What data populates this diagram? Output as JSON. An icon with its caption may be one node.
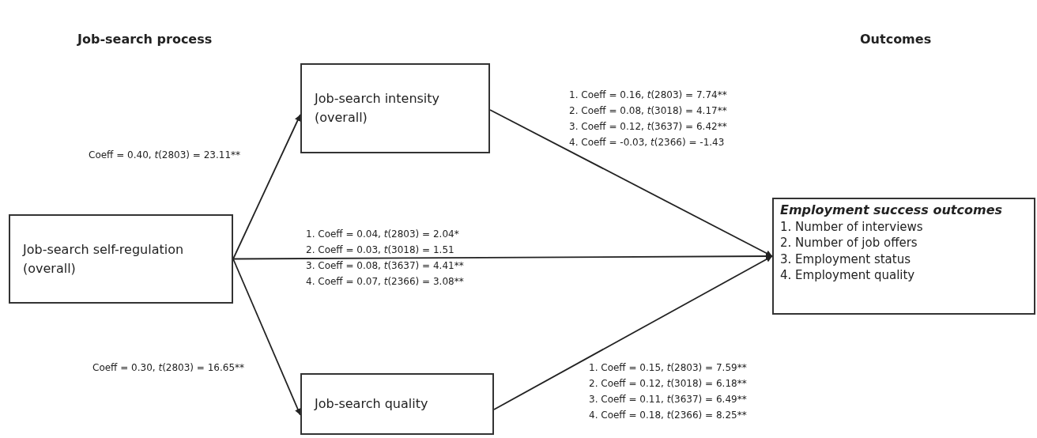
{
  "diagram": {
    "nodes": [
      {
        "text": [
          "Job-search self-regulation (overall)"
        ]
      },
      {
        "text": [
          "Job-search intensity (overall)"
        ]
      },
      {
        "text": [
          "Job-search quality"
        ]
      },
      {
        "text": [
          "Employment success outcomes",
          "1. Number of interviews",
          "2. Number of job offers",
          "3. Employment status",
          "4. Employment quality"
        ]
      }
    ],
    "edges": [
      {
        "from": 0,
        "to": 1,
        "arrow": "to",
        "label": "Coeff = 0.40, *t*(2803) = 23.11**"
      },
      {
        "from": 0,
        "to": 2,
        "arrow": "to",
        "label": "Coeff = 0.30, *t*(2803) = 16.65**"
      },
      {
        "from": 0,
        "to": 3,
        "arrow": "to"
      },
      {
        "from": 1,
        "to": 3,
        "arrow": "to"
      },
      {
        "from": 2,
        "to": 3,
        "arrow": "to"
      }
    ],
    "labels": [
      "Job-search process",
      "Outcomes",
      "1. Coeff = 0.16, *t*(2803) = 7.74**",
      "2. Coeff = 0.08, *t*(3018) = 4.17**",
      "3. Coeff = 0.12, *t*(3637) = 6.42**",
      "4. Coeff = -0.03, *t*(2366) = -1.43",
      "1. Coeff = 0.04, *t*(2803) = 2.04*",
      "2. Coeff = 0.03, *t*(3018) = 1.51",
      "3. Coeff = 0.08, *t*(3637) = 4.41**",
      "4. Coeff = 0.07, *t*(2366) = 3.08**",
      "1. Coeff = 0.15, *t*(2803) = 7.59**",
      "2. Coeff = 0.12, *t*(3018) = 6.18**",
      "3. Coeff = 0.11, *t*(3637) = 6.49**",
      "4. Coeff = 0.18, *t*(2366) = 8.25**"
    ]
  }
}
